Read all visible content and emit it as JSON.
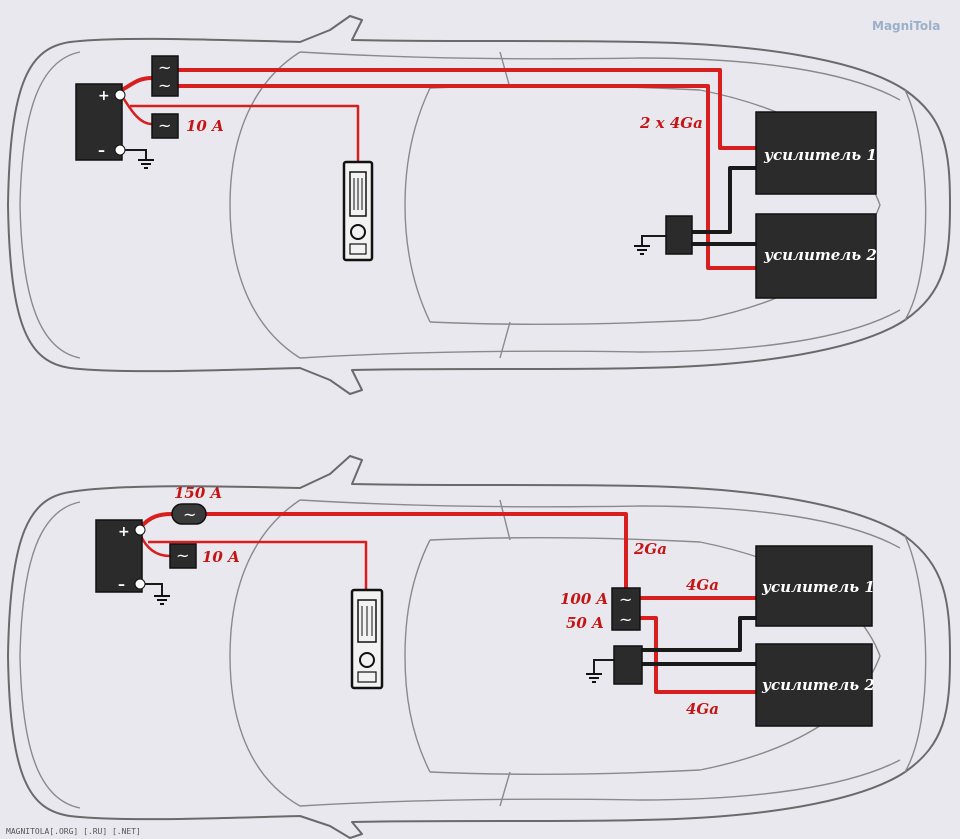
{
  "diagram_top": {
    "amplifier_1": "усилитель 1",
    "amplifier_2": "усилитель 2",
    "fuse_label": "10 A",
    "cable_label": "2 x 4Ga",
    "battery_plus": "+",
    "battery_minus": "–",
    "fuse_symbol": "~"
  },
  "diagram_bottom": {
    "amplifier_1": "усилитель 1",
    "amplifier_2": "усилитель 2",
    "main_fuse_label": "150 A",
    "fuse_label": "10 A",
    "main_cable_label": "2Ga",
    "dist_fuse_1_label": "100 A",
    "dist_fuse_2_label": "50 A",
    "cable_1_label": "4Ga",
    "cable_2_label": "4Ga",
    "battery_plus": "+",
    "battery_minus": "–",
    "fuse_symbol": "~"
  },
  "watermark": "MAGNITOLA[.ORG] [.RU] [.NET]",
  "logo": "MagniTola",
  "colors": {
    "power_wire": "#d81e1e",
    "ground_wire": "#1a1a1a",
    "component": "#2b2b2b",
    "background": "#e9e8ee"
  },
  "icons": [
    "battery-icon",
    "fuse-icon",
    "ground-icon",
    "head-unit-icon",
    "distribution-block-icon"
  ]
}
